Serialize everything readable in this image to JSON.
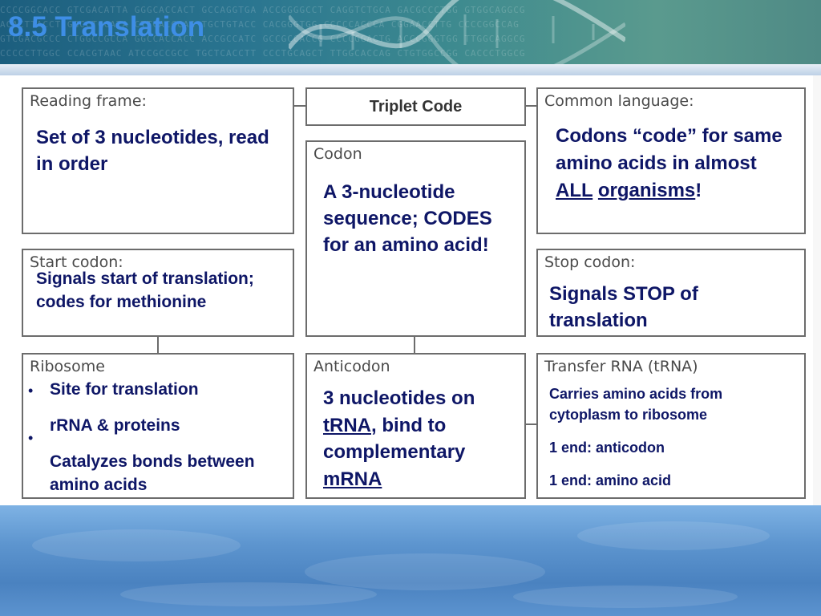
{
  "header": {
    "title": "8.5 Translation"
  },
  "diagram": {
    "triplet_code": "Triplet Code",
    "reading_frame": {
      "label": "Reading frame:",
      "note": "Set of 3 nucleotides, read in order"
    },
    "codon": {
      "label": "Codon",
      "note": "A 3-nucleotide sequence; CODES for an amino acid!"
    },
    "common_language": {
      "label": "Common language:",
      "note_before": "Codons “code” for same amino acids in almost ",
      "note_all": "ALL",
      "note_organisms": "organisms",
      "note_end": "!"
    },
    "start_codon": {
      "label": "Start codon:",
      "note": "Signals start of translation; codes for methionine"
    },
    "stop_codon": {
      "label": "Stop codon:",
      "note": "Signals STOP of translation"
    },
    "ribosome": {
      "label": "Ribosome",
      "items": [
        "Site for translation",
        "rRNA & proteins",
        "Catalyzes bonds between amino acids"
      ]
    },
    "anticodon": {
      "label": "Anticodon",
      "note_start": "3 nucleotides on ",
      "note_trna": "tRNA",
      "note_mid": ", bind to complementary ",
      "note_mrna": "mRNA"
    },
    "trna": {
      "label": "Transfer RNA (tRNA)",
      "lines": [
        "Carries amino acids from cytoplasm to ribosome",
        "1 end: anticodon",
        "1 end:  amino acid"
      ]
    }
  },
  "colors": {
    "title": "#3e8ee6",
    "note_text": "#0e1666",
    "box_border": "#6c6c6c"
  }
}
